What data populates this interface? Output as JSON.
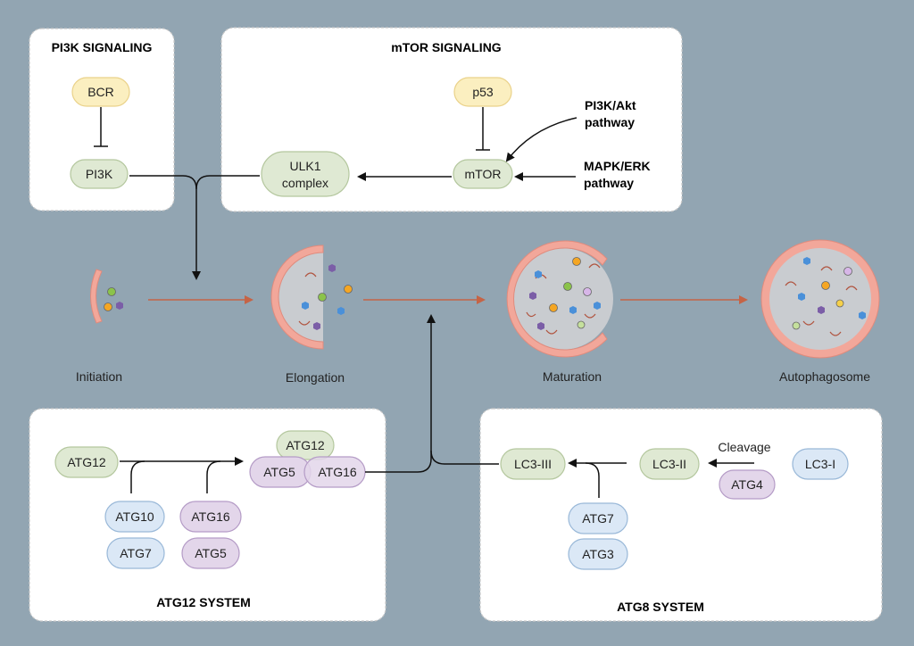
{
  "panels": {
    "pi3k": {
      "title": "PI3K SIGNALING",
      "bcr": "BCR",
      "pi3k": "PI3K"
    },
    "mtor": {
      "title": "mTOR SIGNALING",
      "p53": "p53",
      "mtor": "mTOR",
      "ulk1_line1": "ULK1",
      "ulk1_line2": "complex",
      "pi3k_akt_line1": "PI3K/Akt",
      "pi3k_akt_line2": "pathway",
      "mapk_line1": "MAPK/ERK",
      "mapk_line2": "pathway"
    },
    "atg12": {
      "title": "ATG12 SYSTEM",
      "atg12": "ATG12",
      "atg10": "ATG10",
      "atg7": "ATG7",
      "atg16": "ATG16",
      "atg5": "ATG5",
      "complex_atg12": "ATG12",
      "complex_atg5": "ATG5",
      "complex_atg16": "ATG16"
    },
    "atg8": {
      "title": "ATG8 SYSTEM",
      "lc3_iii": "LC3-III",
      "lc3_ii": "LC3-II",
      "lc3_i": "LC3-I",
      "cleavage": "Cleavage",
      "atg4": "ATG4",
      "atg7": "ATG7",
      "atg3": "ATG3"
    }
  },
  "stages": [
    "Initiation",
    "Elongation",
    "Maturation",
    "Autophagosome"
  ],
  "colors": {
    "background": "#92a5b2",
    "membrane": "#f2a79a",
    "lumen": "#c9ccd0",
    "arrow_red": "#c56446",
    "yellow_node": "#fbefc0",
    "green_node": "#dfe9d3",
    "blue_node": "#dbe8f6",
    "purple_node": "#e3d6ea"
  }
}
